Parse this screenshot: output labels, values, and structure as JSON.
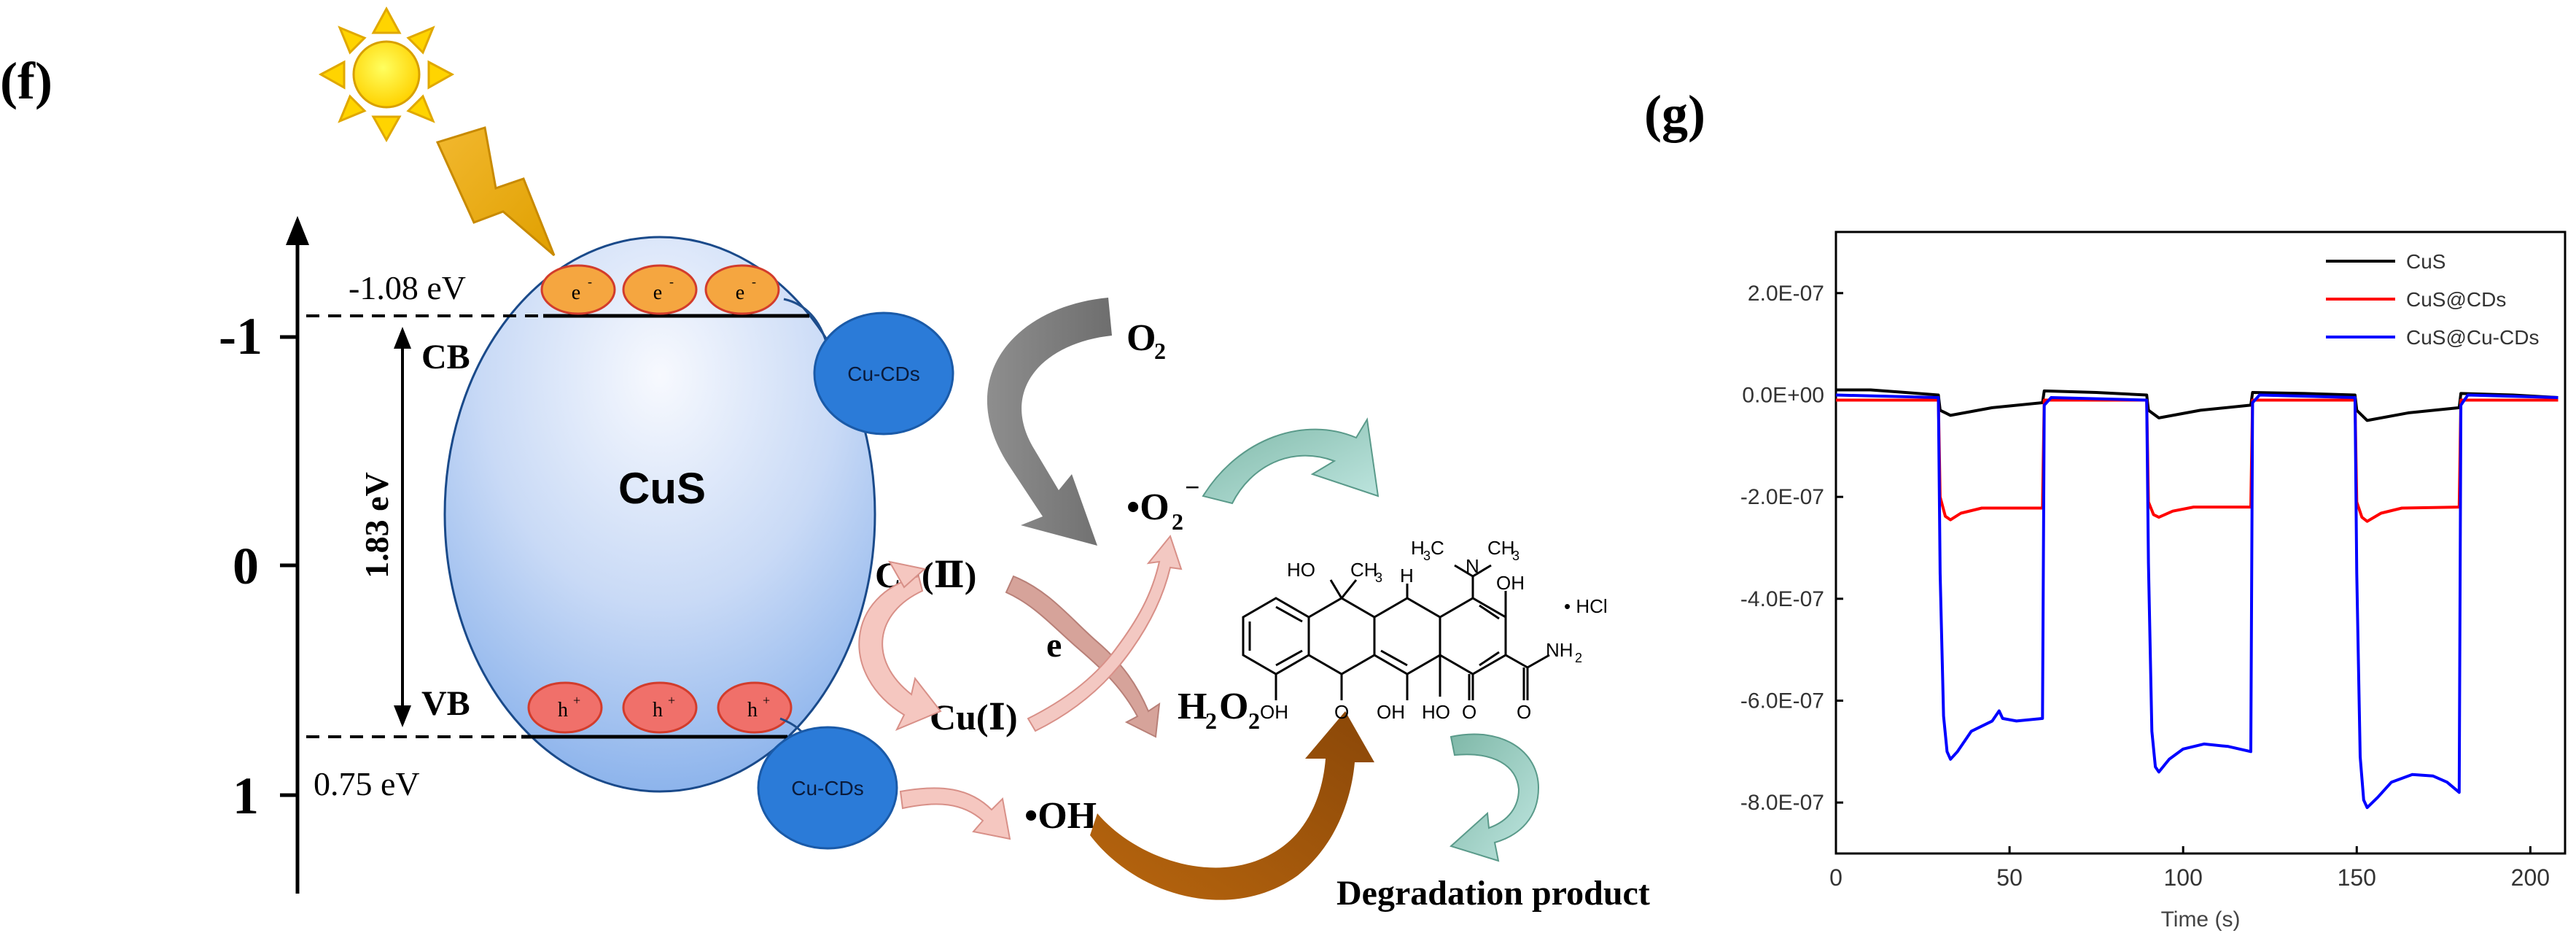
{
  "panel_f": {
    "label": "(f)",
    "material": "CuS",
    "cb_energy": "-1.08 eV",
    "vb_energy": "0.75 eV",
    "bandgap": "1.83 eV",
    "cb_label": "CB",
    "vb_label": "VB",
    "axis_ticks": [
      "-1",
      "0",
      "1"
    ],
    "electron": "e",
    "electron_sup": "-",
    "hole": "h",
    "hole_sup": "+",
    "cu_cds": "Cu-CDs",
    "o2_base": "O",
    "o2_sub": "2",
    "superoxide_base": "•O",
    "superoxide_sub": "2",
    "superoxide_sup": "−",
    "cu2": "Cu(Ⅱ)",
    "cu1": "Cu(Ⅰ)",
    "e_minus": "e",
    "e_minus_sup": "-",
    "h2o2_a": "H",
    "h2o2_sub1": "2",
    "h2o2_b": "O",
    "h2o2_sub2": "2",
    "oh_radical": "•OH",
    "degradation": "Degradation product",
    "molecule": {
      "ho_ch3": "HO",
      "ch3": "CH",
      "ch3_sub": "3",
      "h3c": "H",
      "h3c_sub": "3",
      "h3c_c": "C",
      "n": "N",
      "ch3b": "CH",
      "ch3b_sub": "3",
      "h": "H",
      "oh_top": "OH",
      "hcl": "• HCl",
      "nh2": "NH",
      "nh2_sub": "2",
      "oh_bot1": "OH",
      "o1": "O",
      "oh_bot2": "OH",
      "ho_bot": "HO",
      "o2": "O",
      "o3": "O"
    }
  },
  "panel_g": {
    "label": "(g)"
  },
  "chart_data": {
    "type": "line",
    "title": "",
    "xlabel": "Time (s)",
    "ylabel": "",
    "xlim": [
      0,
      210
    ],
    "ylim": [
      -9e-07,
      3.2e-07
    ],
    "x_ticks": [
      0,
      50,
      100,
      150,
      200
    ],
    "x_tick_labels": [
      "0",
      "50",
      "100",
      "150",
      "200"
    ],
    "y_ticks": [
      2e-07,
      0,
      -2e-07,
      -4e-07,
      -6e-07,
      -8e-07
    ],
    "y_tick_labels": [
      "2.0E-07",
      "0.0E+00",
      "-2.0E-07",
      "-4.0E-07",
      "-6.0E-07",
      "-8.0E-07"
    ],
    "legend_position": "top-right",
    "series": [
      {
        "name": "CuS",
        "color": "#000000",
        "points": [
          [
            0,
            1e-08
          ],
          [
            10,
            1e-08
          ],
          [
            20,
            5e-09
          ],
          [
            29.5,
            0
          ],
          [
            30,
            -3e-08
          ],
          [
            33,
            -4e-08
          ],
          [
            45,
            -2.5e-08
          ],
          [
            59.5,
            -1.5e-08
          ],
          [
            60,
            8e-09
          ],
          [
            75,
            5e-09
          ],
          [
            89.5,
            0
          ],
          [
            90,
            -3e-08
          ],
          [
            93,
            -4.5e-08
          ],
          [
            105,
            -3e-08
          ],
          [
            119.5,
            -2e-08
          ],
          [
            120,
            5e-09
          ],
          [
            135,
            3e-09
          ],
          [
            149.5,
            0
          ],
          [
            150,
            -3e-08
          ],
          [
            153,
            -5e-08
          ],
          [
            165,
            -3.5e-08
          ],
          [
            179.5,
            -2.5e-08
          ],
          [
            180,
            3e-09
          ],
          [
            195,
            0
          ],
          [
            208,
            -5e-09
          ]
        ]
      },
      {
        "name": "CuS@CDs",
        "color": "#ff0000",
        "points": [
          [
            0,
            -1e-08
          ],
          [
            29.5,
            -1e-08
          ],
          [
            30,
            -2e-07
          ],
          [
            31.5,
            -2.38e-07
          ],
          [
            33,
            -2.45e-07
          ],
          [
            36,
            -2.32e-07
          ],
          [
            42,
            -2.22e-07
          ],
          [
            59.5,
            -2.22e-07
          ],
          [
            60,
            -1e-08
          ],
          [
            89.5,
            -1e-08
          ],
          [
            90,
            -2.1e-07
          ],
          [
            91.5,
            -2.35e-07
          ],
          [
            93,
            -2.4e-07
          ],
          [
            97,
            -2.28e-07
          ],
          [
            103,
            -2.2e-07
          ],
          [
            119.5,
            -2.2e-07
          ],
          [
            120,
            -1e-08
          ],
          [
            149.5,
            -1e-08
          ],
          [
            150,
            -2.1e-07
          ],
          [
            151.5,
            -2.4e-07
          ],
          [
            153,
            -2.48e-07
          ],
          [
            157,
            -2.32e-07
          ],
          [
            163,
            -2.22e-07
          ],
          [
            179.5,
            -2.2e-07
          ],
          [
            180,
            -1e-08
          ],
          [
            208,
            -1e-08
          ]
        ]
      },
      {
        "name": "CuS@Cu-CDs",
        "color": "#0000ff",
        "points": [
          [
            0,
            0
          ],
          [
            29.5,
            -5e-09
          ],
          [
            30,
            -3.5e-07
          ],
          [
            31,
            -6.3e-07
          ],
          [
            32,
            -7e-07
          ],
          [
            33,
            -7.15e-07
          ],
          [
            35,
            -7e-07
          ],
          [
            39,
            -6.6e-07
          ],
          [
            45,
            -6.4e-07
          ],
          [
            47,
            -6.2e-07
          ],
          [
            48,
            -6.35e-07
          ],
          [
            52,
            -6.4e-07
          ],
          [
            59.5,
            -6.35e-07
          ],
          [
            60,
            -2e-08
          ],
          [
            62,
            -5e-09
          ],
          [
            89.5,
            -1e-08
          ],
          [
            90,
            -3.3e-07
          ],
          [
            91,
            -6.6e-07
          ],
          [
            92,
            -7.3e-07
          ],
          [
            93,
            -7.4e-07
          ],
          [
            96,
            -7.15e-07
          ],
          [
            100,
            -6.95e-07
          ],
          [
            106,
            -6.85e-07
          ],
          [
            113,
            -6.9e-07
          ],
          [
            119.5,
            -7e-07
          ],
          [
            120,
            -1.5e-08
          ],
          [
            122,
            0
          ],
          [
            149.5,
            -5e-09
          ],
          [
            150,
            -3.5e-07
          ],
          [
            151,
            -7.1e-07
          ],
          [
            152,
            -7.95e-07
          ],
          [
            153,
            -8.1e-07
          ],
          [
            156,
            -7.9e-07
          ],
          [
            160,
            -7.6e-07
          ],
          [
            166,
            -7.45e-07
          ],
          [
            172,
            -7.48e-07
          ],
          [
            176,
            -7.6e-07
          ],
          [
            179.5,
            -7.8e-07
          ],
          [
            180,
            -2e-08
          ],
          [
            182,
            0
          ],
          [
            208,
            -5e-09
          ]
        ]
      }
    ]
  }
}
